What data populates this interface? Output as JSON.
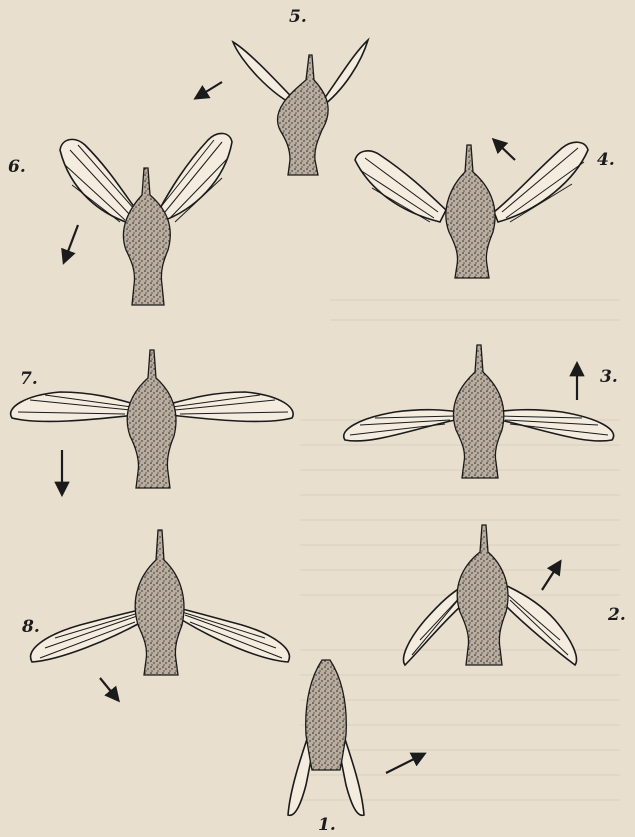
{
  "figure": {
    "labels": {
      "stage1": "1.",
      "stage2": "2.",
      "stage3": "3.",
      "stage4": "4.",
      "stage5": "5.",
      "stage6": "6.",
      "stage7": "7.",
      "stage8": "8."
    }
  },
  "colors": {
    "paper": "#e9dfcf",
    "body_fill": "#b8ad9e",
    "wing_fill": "#f3ecdf",
    "ink": "#1b1b1b"
  }
}
